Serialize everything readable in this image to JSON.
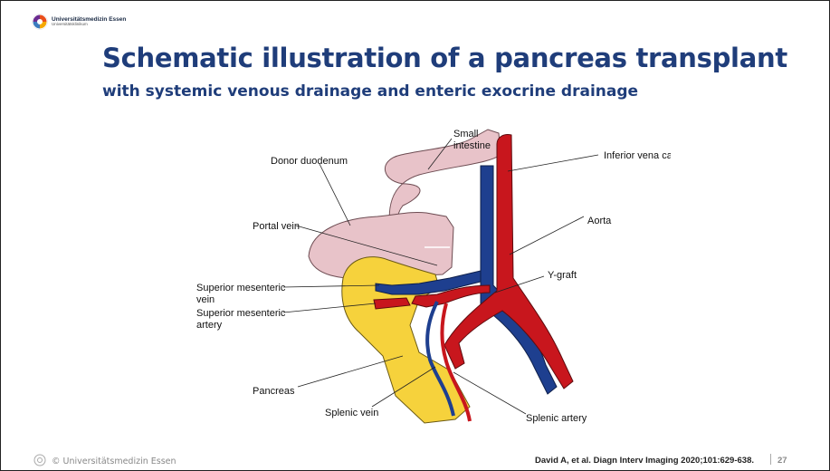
{
  "header": {
    "logo_name": "Universitätsmedizin Essen",
    "logo_sub": "Universitätsklinikum"
  },
  "title": "Schematic illustration of a pancreas transplant",
  "subtitle": "with systemic venous drainage and enteric exocrine drainage",
  "diagram": {
    "labels": {
      "small_intestine_1": "Small",
      "small_intestine_2": "intestine",
      "donor_duodenum": "Donor duodenum",
      "inferior_vena_cava": "Inferior vena cava",
      "portal_vein": "Portal vein",
      "aorta": "Aorta",
      "y_graft": "Y-graft",
      "sup_mes_vein_1": "Superior mesenteric",
      "sup_mes_vein_2": "vein",
      "sup_mes_artery_1": "Superior mesenteric",
      "sup_mes_artery_2": "artery",
      "pancreas": "Pancreas",
      "splenic_vein": "Splenic vein",
      "splenic_artery": "Splenic artery"
    },
    "colors": {
      "artery": "#c8161d",
      "vein": "#1e3f8f",
      "pancreas": "#f6d23c",
      "intestine": "#e8c3c9"
    }
  },
  "footer": {
    "copyright": "© Universitätsmedizin Essen",
    "citation": "David A, et al. Diagn Interv Imaging 2020;101:629-638.",
    "page": "27"
  }
}
